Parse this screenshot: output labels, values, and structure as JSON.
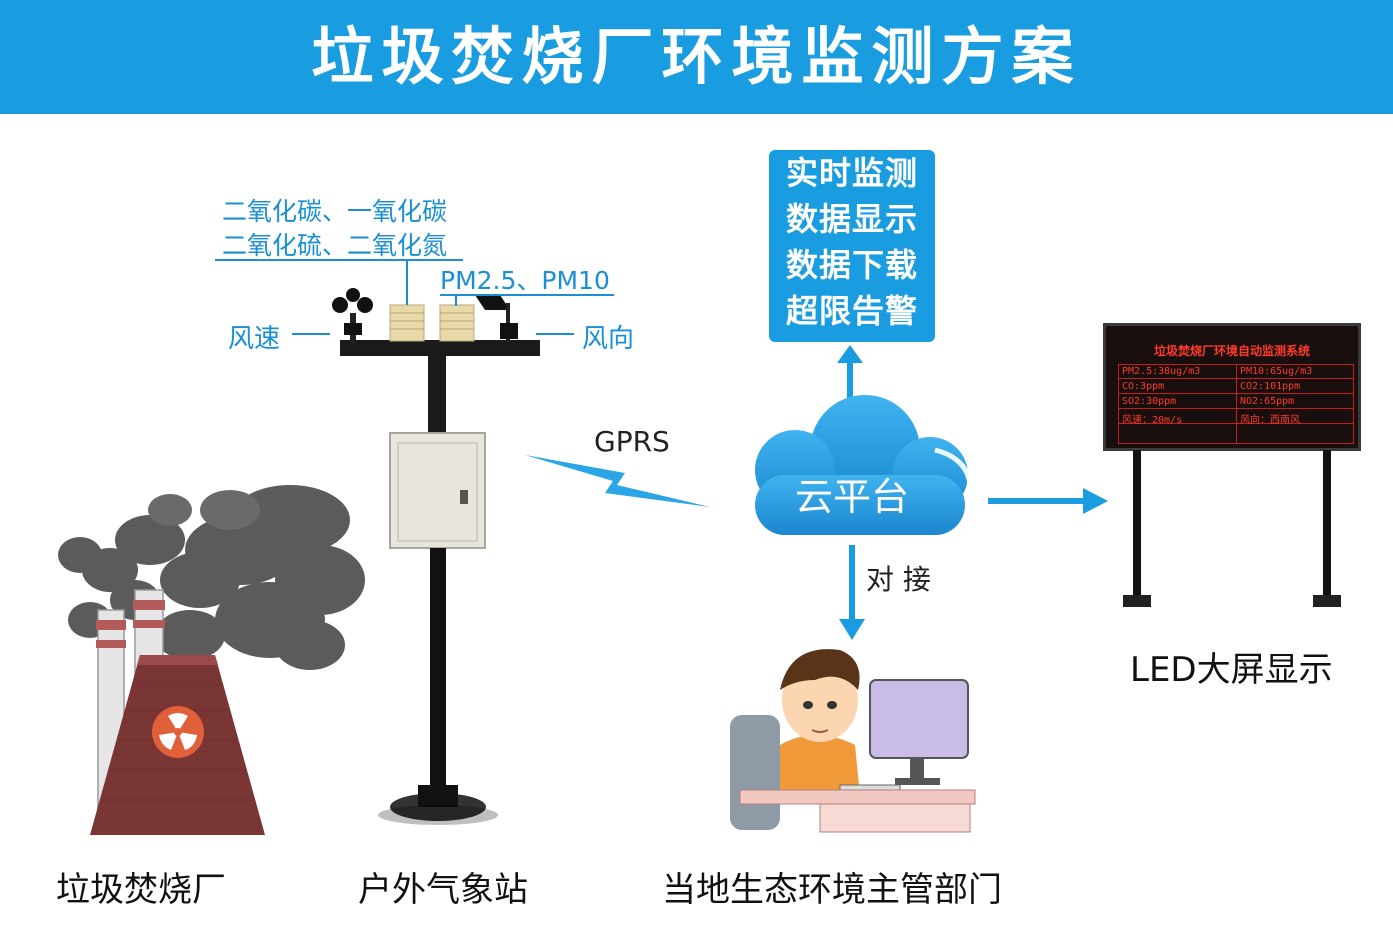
{
  "header": {
    "title": "垃圾焚烧厂环境监测方案"
  },
  "sensors": {
    "gas_line_1": "二氧化碳、一氧化碳",
    "gas_line_2": "二氧化硫、二氧化氮",
    "pm": "PM2.5、PM10",
    "wind_speed": "风速",
    "wind_direction": "风向"
  },
  "link": {
    "gprs": "GPRS",
    "docking": "对 接"
  },
  "cloud": {
    "name": "云平台",
    "functions": [
      "实时监测",
      "数据显示",
      "数据下载",
      "超限告警"
    ]
  },
  "led_display": {
    "title": "垃圾焚烧厂环境自动监测系统",
    "cells": [
      "PM2.5:38ug/m3",
      "PM10:65ug/m3",
      "CO:3ppm",
      "CO2:101ppm",
      "SO2:30ppm",
      "NO2:65ppm",
      "风速：20m/s",
      "风向：西南风"
    ]
  },
  "captions": {
    "plant": "垃圾焚烧厂",
    "station": "户外气象站",
    "department": "当地生态环境主管部门",
    "led": "LED大屏显示"
  },
  "colors": {
    "brand_blue": "#1a9de0",
    "led_red": "#ff3a2a",
    "smoke_gray": "#555555",
    "tower_red": "#8a3a3a"
  }
}
